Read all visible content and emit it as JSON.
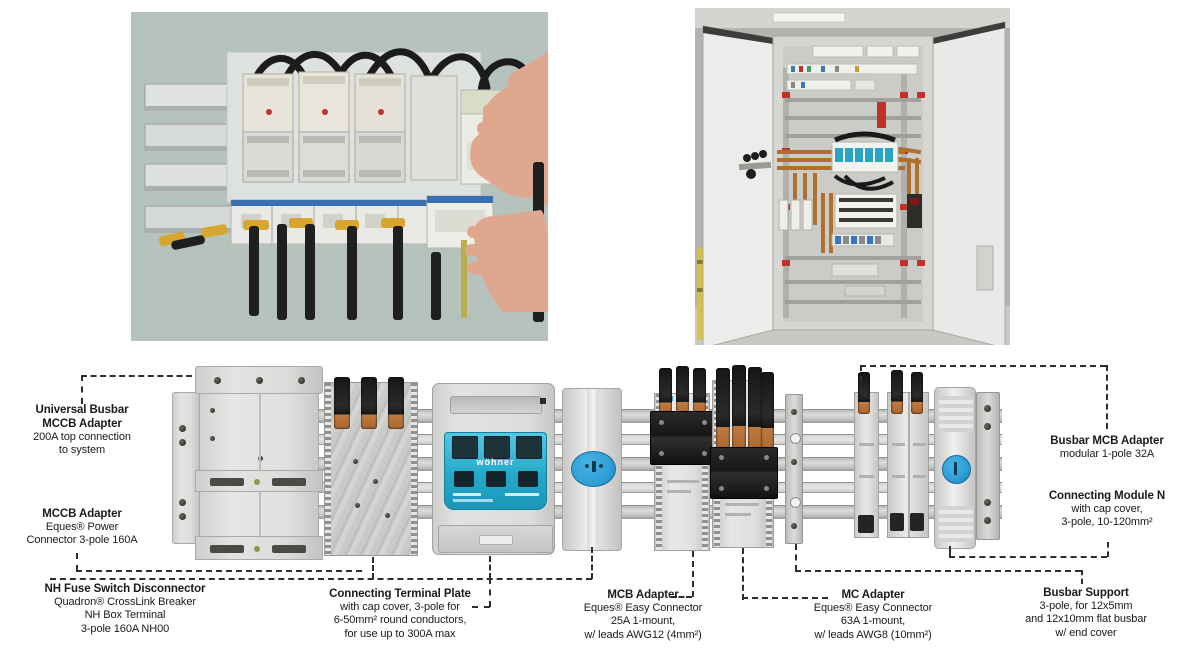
{
  "page": {
    "background": "#ffffff",
    "description_visible_text_only": true
  },
  "diagram": {
    "brand_label": "wöhner",
    "callouts": {
      "universal_busbar": {
        "title": "Universal Busbar\nMCCB Adapter",
        "body": "200A top connection\nto system"
      },
      "mccb_adapter": {
        "title": "MCCB Adapter",
        "body": "Eques® Power\nConnector 3-pole 160A"
      },
      "nh_fuse_switch": {
        "title": "NH Fuse Switch Disconnector",
        "body": "Quadron® CrossLink Breaker\nNH Box Terminal\n3-pole 160A NH00"
      },
      "connecting_terminal_plate": {
        "title": "Connecting Terminal Plate",
        "body": "with cap cover, 3-pole for\n6-50mm² round conductors,\nfor use up to 300A max"
      },
      "mcb_adapter": {
        "title": "MCB Adapter",
        "body": "Eques® Easy Connector\n25A 1-mount,\nw/ leads AWG12 (4mm²)"
      },
      "mc_adapter": {
        "title": "MC Adapter",
        "body": "Eques® Easy Connector\n63A 1-mount,\nw/ leads AWG8 (10mm²)"
      },
      "busbar_support": {
        "title": "Busbar Support",
        "body": "3-pole, for 12x5mm\nand 12x10mm flat busbar\nw/ end cover"
      },
      "busbar_mcb_adapter": {
        "title": "Busbar MCB Adapter",
        "body": "modular 1-pole 32A"
      },
      "connecting_module_n": {
        "title": "Connecting Module N",
        "body": "with cap cover,\n3-pole, 10-120mm²"
      }
    }
  },
  "colors": {
    "accent_teal": "#35b8d6",
    "accent_blue": "#2f9fd8",
    "copper": "#b5722f",
    "cable_black": "#1f1f1f",
    "photo_bg_sage": "#b6c3bc",
    "label_text": "#1a1a1a",
    "component_gray": "#dcdcda",
    "red_clip": "#c23028"
  }
}
